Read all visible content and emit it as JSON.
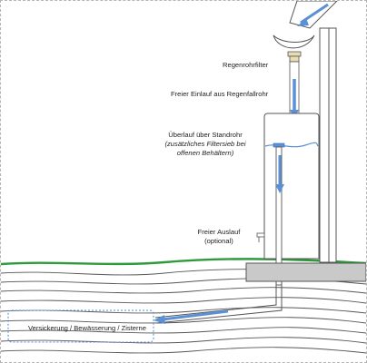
{
  "labels": {
    "filter": "Regenrohrfilter",
    "inlet": "Freier Einlauf aus Regenfallrohr",
    "overflow_line1": "Überlauf über Standrohr",
    "overflow_line2": "(zusätzliches Filtersieb bei",
    "overflow_line3": "offenen Behältern)",
    "outlet_line1": "Freier Auslauf",
    "outlet_line2": "(optional)",
    "destination": "Versickerung / Bewässerung / Zisterne"
  },
  "colors": {
    "water_arrow": "#5b8fd6",
    "grass": "#2e9a3c",
    "ground_lines": "#555555",
    "platform": "#c9c9c9",
    "filter_ring": "#e8dcb0",
    "dashed_box": "#5b8fd6"
  }
}
